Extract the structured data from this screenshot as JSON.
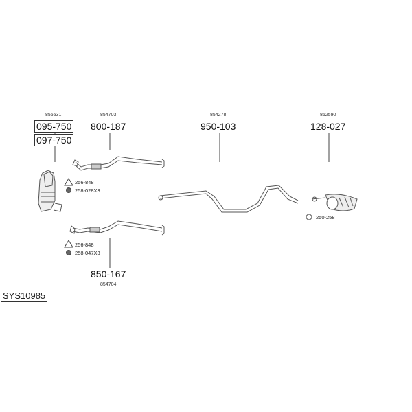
{
  "system_code": "SYS10985",
  "parts": [
    {
      "ref": "855531",
      "numbers": [
        "095-750",
        "097-750"
      ],
      "icon": "catalytic-converter"
    },
    {
      "ref": "854703",
      "number": "800-187",
      "icon": "front-pipe"
    },
    {
      "ref": "854704",
      "number": "850-167",
      "icon": "front-pipe"
    },
    {
      "ref": "854278",
      "number": "950-103",
      "icon": "middle-pipe"
    },
    {
      "ref": "852590",
      "number": "128-027",
      "icon": "rear-silencer"
    }
  ],
  "accessories": {
    "upper": [
      {
        "number": "256-848",
        "icon": "gasket-icon"
      },
      {
        "number": "258-028X3",
        "icon": "nut-icon"
      }
    ],
    "lower": [
      {
        "number": "256-848",
        "icon": "gasket-icon"
      },
      {
        "number": "258-047X3",
        "icon": "nut-icon"
      }
    ],
    "rear": [
      {
        "number": "250-258",
        "icon": "clamp-icon"
      }
    ]
  }
}
